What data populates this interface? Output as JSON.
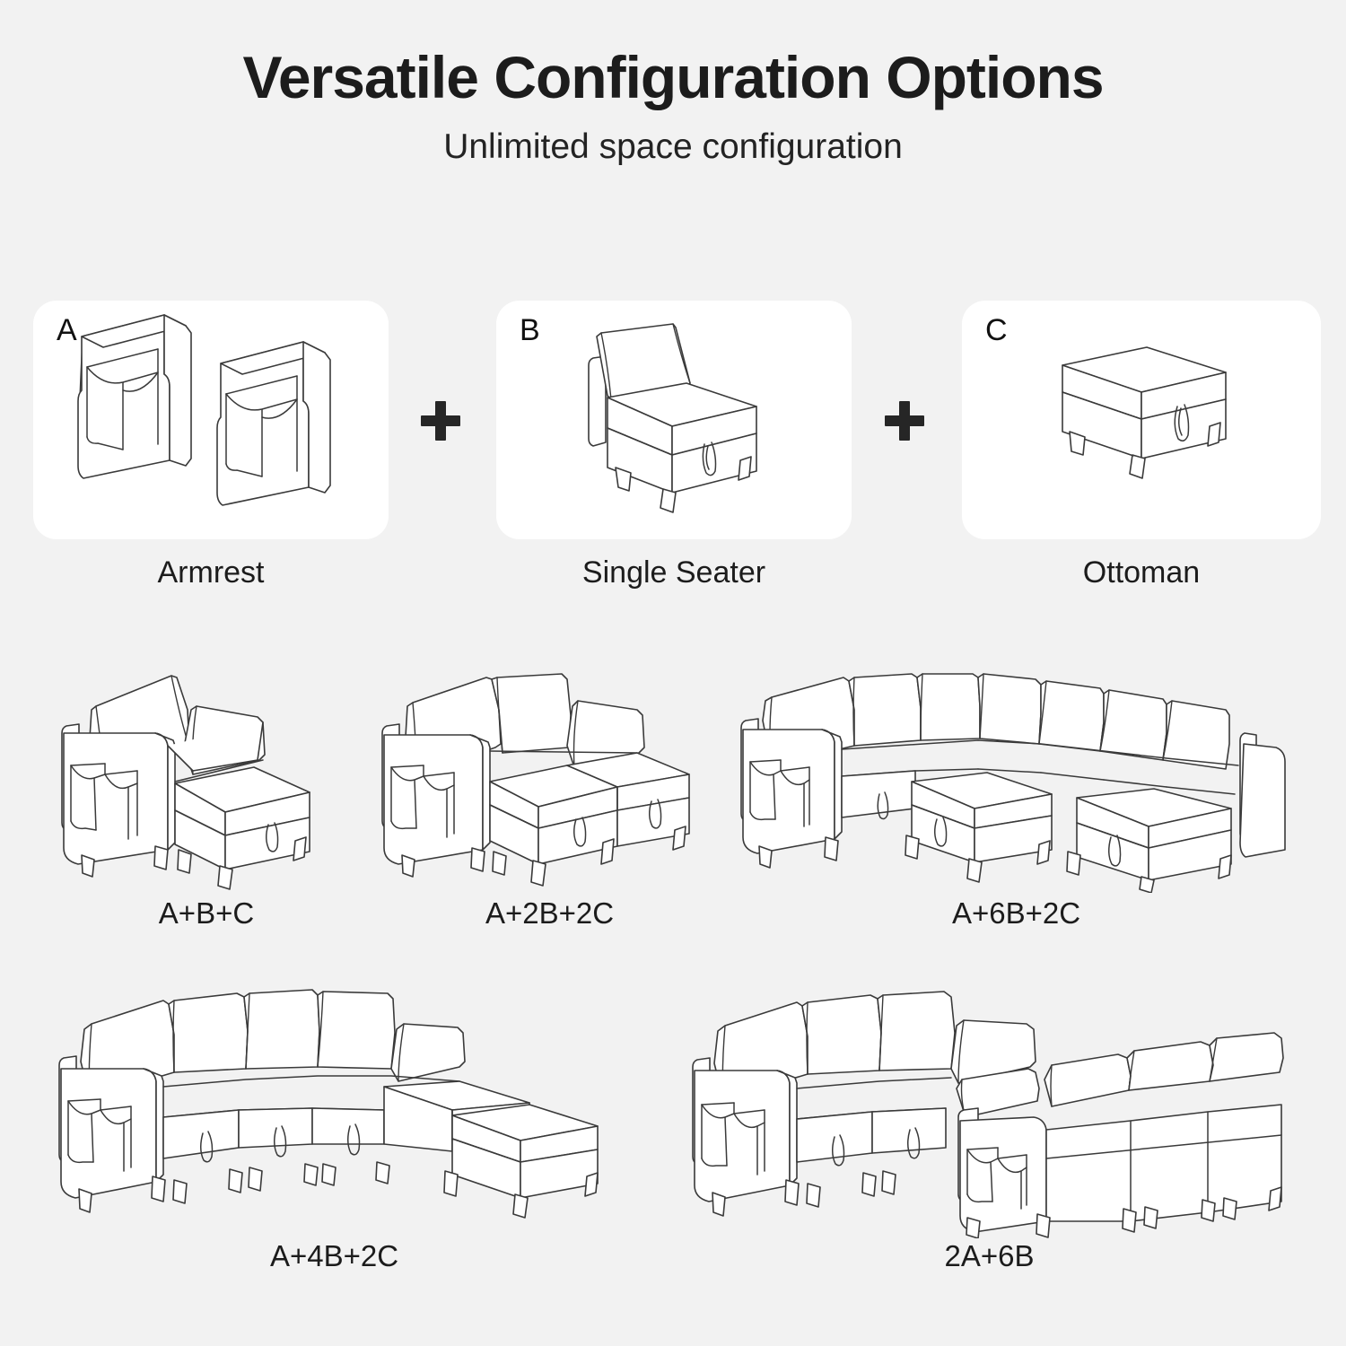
{
  "header": {
    "title": "Versatile Configuration Options",
    "subtitle": "Unlimited space configuration"
  },
  "components": [
    {
      "letter": "A",
      "label": "Armrest",
      "icon": "armrest-icon"
    },
    {
      "letter": "B",
      "label": "Single Seater",
      "icon": "single-seater-icon"
    },
    {
      "letter": "C",
      "label": "Ottoman",
      "icon": "ottoman-icon"
    }
  ],
  "operators": [
    "+",
    "+"
  ],
  "configurations": [
    {
      "label": "A+B+C",
      "icon": "config-a-b-c-icon"
    },
    {
      "label": "A+2B+2C",
      "icon": "config-a-2b-2c-icon"
    },
    {
      "label": "A+6B+2C",
      "icon": "config-a-6b-2c-icon"
    },
    {
      "label": "A+4B+2C",
      "icon": "config-a-4b-2c-icon"
    },
    {
      "label": "2A+6B",
      "icon": "config-2a-6b-icon"
    }
  ],
  "colors": {
    "background": "#f2f2f2",
    "card": "#ffffff",
    "text": "#1c1c1c",
    "line_art_stroke": "#3a3a3a",
    "plus": "#262626"
  }
}
